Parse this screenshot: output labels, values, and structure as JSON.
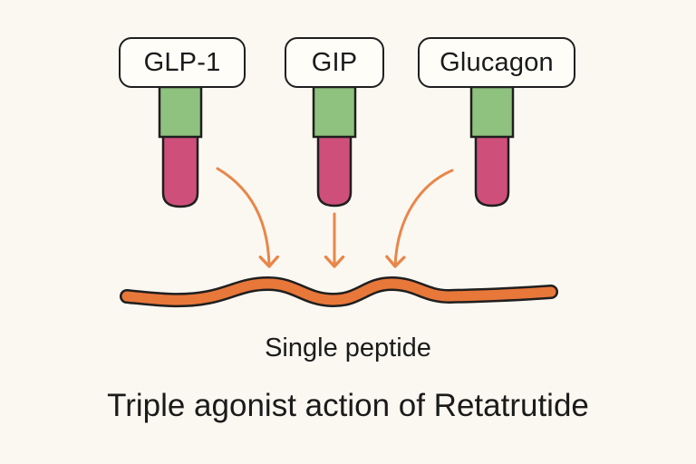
{
  "agonists": [
    {
      "label": "GLP-1"
    },
    {
      "label": "GIP"
    },
    {
      "label": "Glucagon"
    }
  ],
  "peptide": {
    "label": "Single peptide",
    "color": "#e8773a"
  },
  "title": "Triple agonist action of Retatrutide",
  "colors": {
    "tube_top": "#8fc17f",
    "tube_bottom": "#cf4f7b",
    "arrow": "#e9864a",
    "outline": "#1f1f1f",
    "background": "#fbf8f1"
  }
}
